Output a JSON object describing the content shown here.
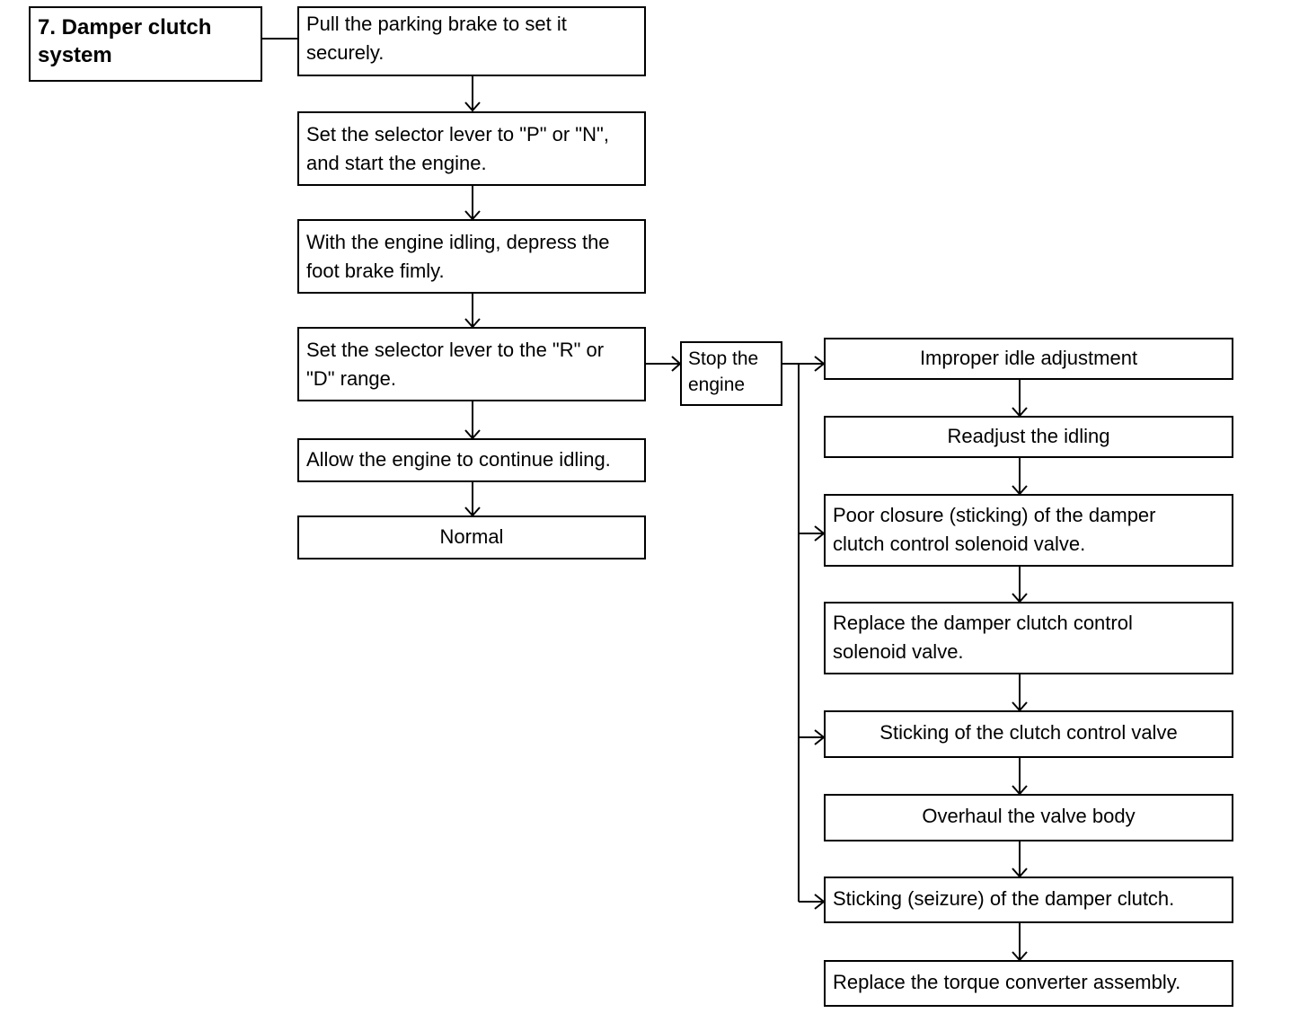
{
  "section_title": "7. Damper clutch\n    system",
  "main_flow": {
    "step1": "Pull the parking brake to set it\nsecurely.",
    "step2": "Set the selector lever to \"P\" or \"N\",\nand start the engine.",
    "step3": "With the engine idling, depress the\nfoot brake fimly.",
    "step4": "Set the selector lever to the \"R\" or\n\"D\" range.",
    "step5": "Allow the engine to continue idling.",
    "step6": "Normal"
  },
  "branch": {
    "label": "Stop the\nengine"
  },
  "diagnosis": {
    "cause1": "Improper idle adjustment",
    "fix1": "Readjust the idling",
    "cause2": "Poor closure (sticking) of the damper\nclutch control solenoid valve.",
    "fix2": "Replace the damper clutch control\nsolenoid valve.",
    "cause3": "Sticking of the clutch control valve",
    "fix3": "Overhaul the valve body",
    "cause4": "Sticking (seizure) of the damper clutch.",
    "fix4": "Replace the torque converter assembly."
  }
}
